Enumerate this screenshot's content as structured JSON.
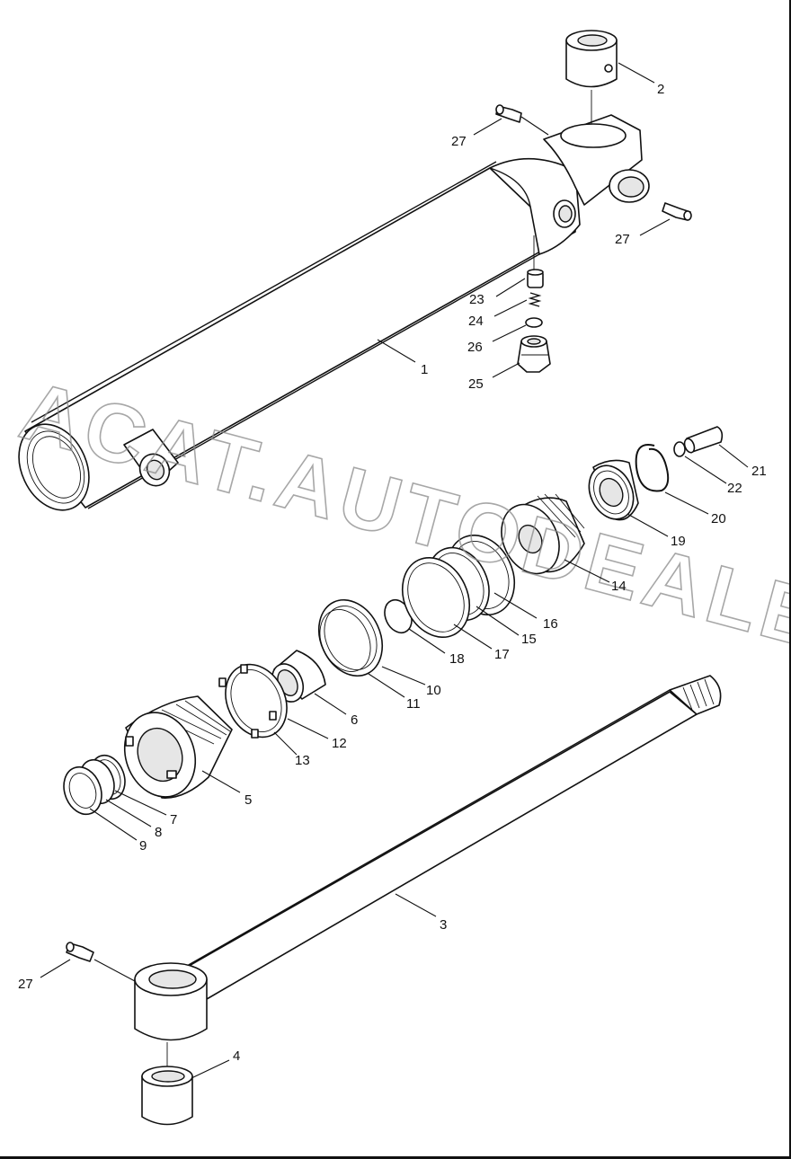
{
  "watermark": "ACAT.AUTODEALER.RU",
  "callouts": [
    {
      "id": "c1",
      "text": "1"
    },
    {
      "id": "c2",
      "text": "2"
    },
    {
      "id": "c3",
      "text": "3"
    },
    {
      "id": "c4",
      "text": "4"
    },
    {
      "id": "c5",
      "text": "5"
    },
    {
      "id": "c6",
      "text": "6"
    },
    {
      "id": "c7",
      "text": "7"
    },
    {
      "id": "c8",
      "text": "8"
    },
    {
      "id": "c9",
      "text": "9"
    },
    {
      "id": "c10",
      "text": "10"
    },
    {
      "id": "c11",
      "text": "11"
    },
    {
      "id": "c12",
      "text": "12"
    },
    {
      "id": "c13",
      "text": "13"
    },
    {
      "id": "c14",
      "text": "14"
    },
    {
      "id": "c15",
      "text": "15"
    },
    {
      "id": "c16",
      "text": "16"
    },
    {
      "id": "c17",
      "text": "17"
    },
    {
      "id": "c18",
      "text": "18"
    },
    {
      "id": "c19",
      "text": "19"
    },
    {
      "id": "c20",
      "text": "20"
    },
    {
      "id": "c21",
      "text": "21"
    },
    {
      "id": "c22",
      "text": "22"
    },
    {
      "id": "c23",
      "text": "23"
    },
    {
      "id": "c24",
      "text": "24"
    },
    {
      "id": "c25",
      "text": "25"
    },
    {
      "id": "c26",
      "text": "26"
    },
    {
      "id": "c27a",
      "text": "27"
    },
    {
      "id": "c27b",
      "text": "27"
    },
    {
      "id": "c27c",
      "text": "27"
    }
  ]
}
